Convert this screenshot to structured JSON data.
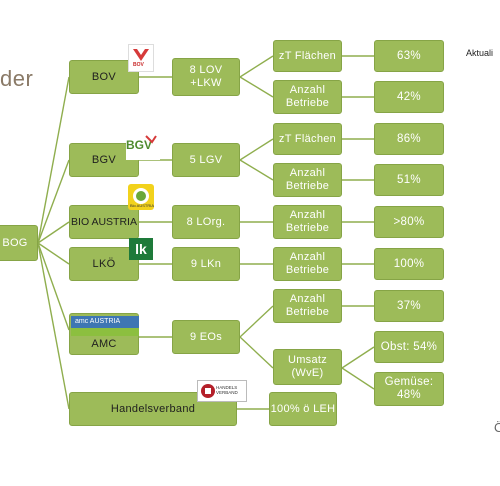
{
  "title_fragment": "der",
  "aktual_label": "Aktuali",
  "corner_char": "Ö",
  "root": {
    "label": "BOG"
  },
  "orgs": [
    {
      "label": "BOV",
      "members": "8 LOV\n+LKW"
    },
    {
      "label": "BGV",
      "members": "5 LGV"
    },
    {
      "label": "BIO AUSTRIA",
      "members": "8 LOrg."
    },
    {
      "label": "LKÖ",
      "members": "9 LKn"
    },
    {
      "label": "AMC",
      "members": "9 EOs"
    },
    {
      "label": "Handelsverband",
      "members": "100% ö LEH"
    }
  ],
  "metrics": [
    {
      "label": "zT Flächen",
      "value": "63%"
    },
    {
      "label": "Anzahl\nBetriebe",
      "value": "42%"
    },
    {
      "label": "zT Flächen",
      "value": "86%"
    },
    {
      "label": "Anzahl\nBetriebe",
      "value": "51%"
    },
    {
      "label": "Anzahl\nBetriebe",
      "value": ">80%"
    },
    {
      "label": "Anzahl\nBetriebe",
      "value": "100%"
    },
    {
      "label": "Anzahl\nBetriebe",
      "value": "37%"
    },
    {
      "label": "Umsatz\n(WvE)",
      "value": ""
    }
  ],
  "umsatz_values": [
    "Obst: 54%",
    "Gemüse:\n48%"
  ],
  "logos": {
    "bov": "BOV",
    "bgv": "BGV",
    "bio": "Bio AUSTRIA",
    "lk": "lk",
    "amc": "amc AUSTRIA",
    "hv": "HANDELS VERBAND"
  },
  "colors": {
    "box": "#9dbb59",
    "line": "#8fae4e",
    "title": "#8a7a67"
  }
}
